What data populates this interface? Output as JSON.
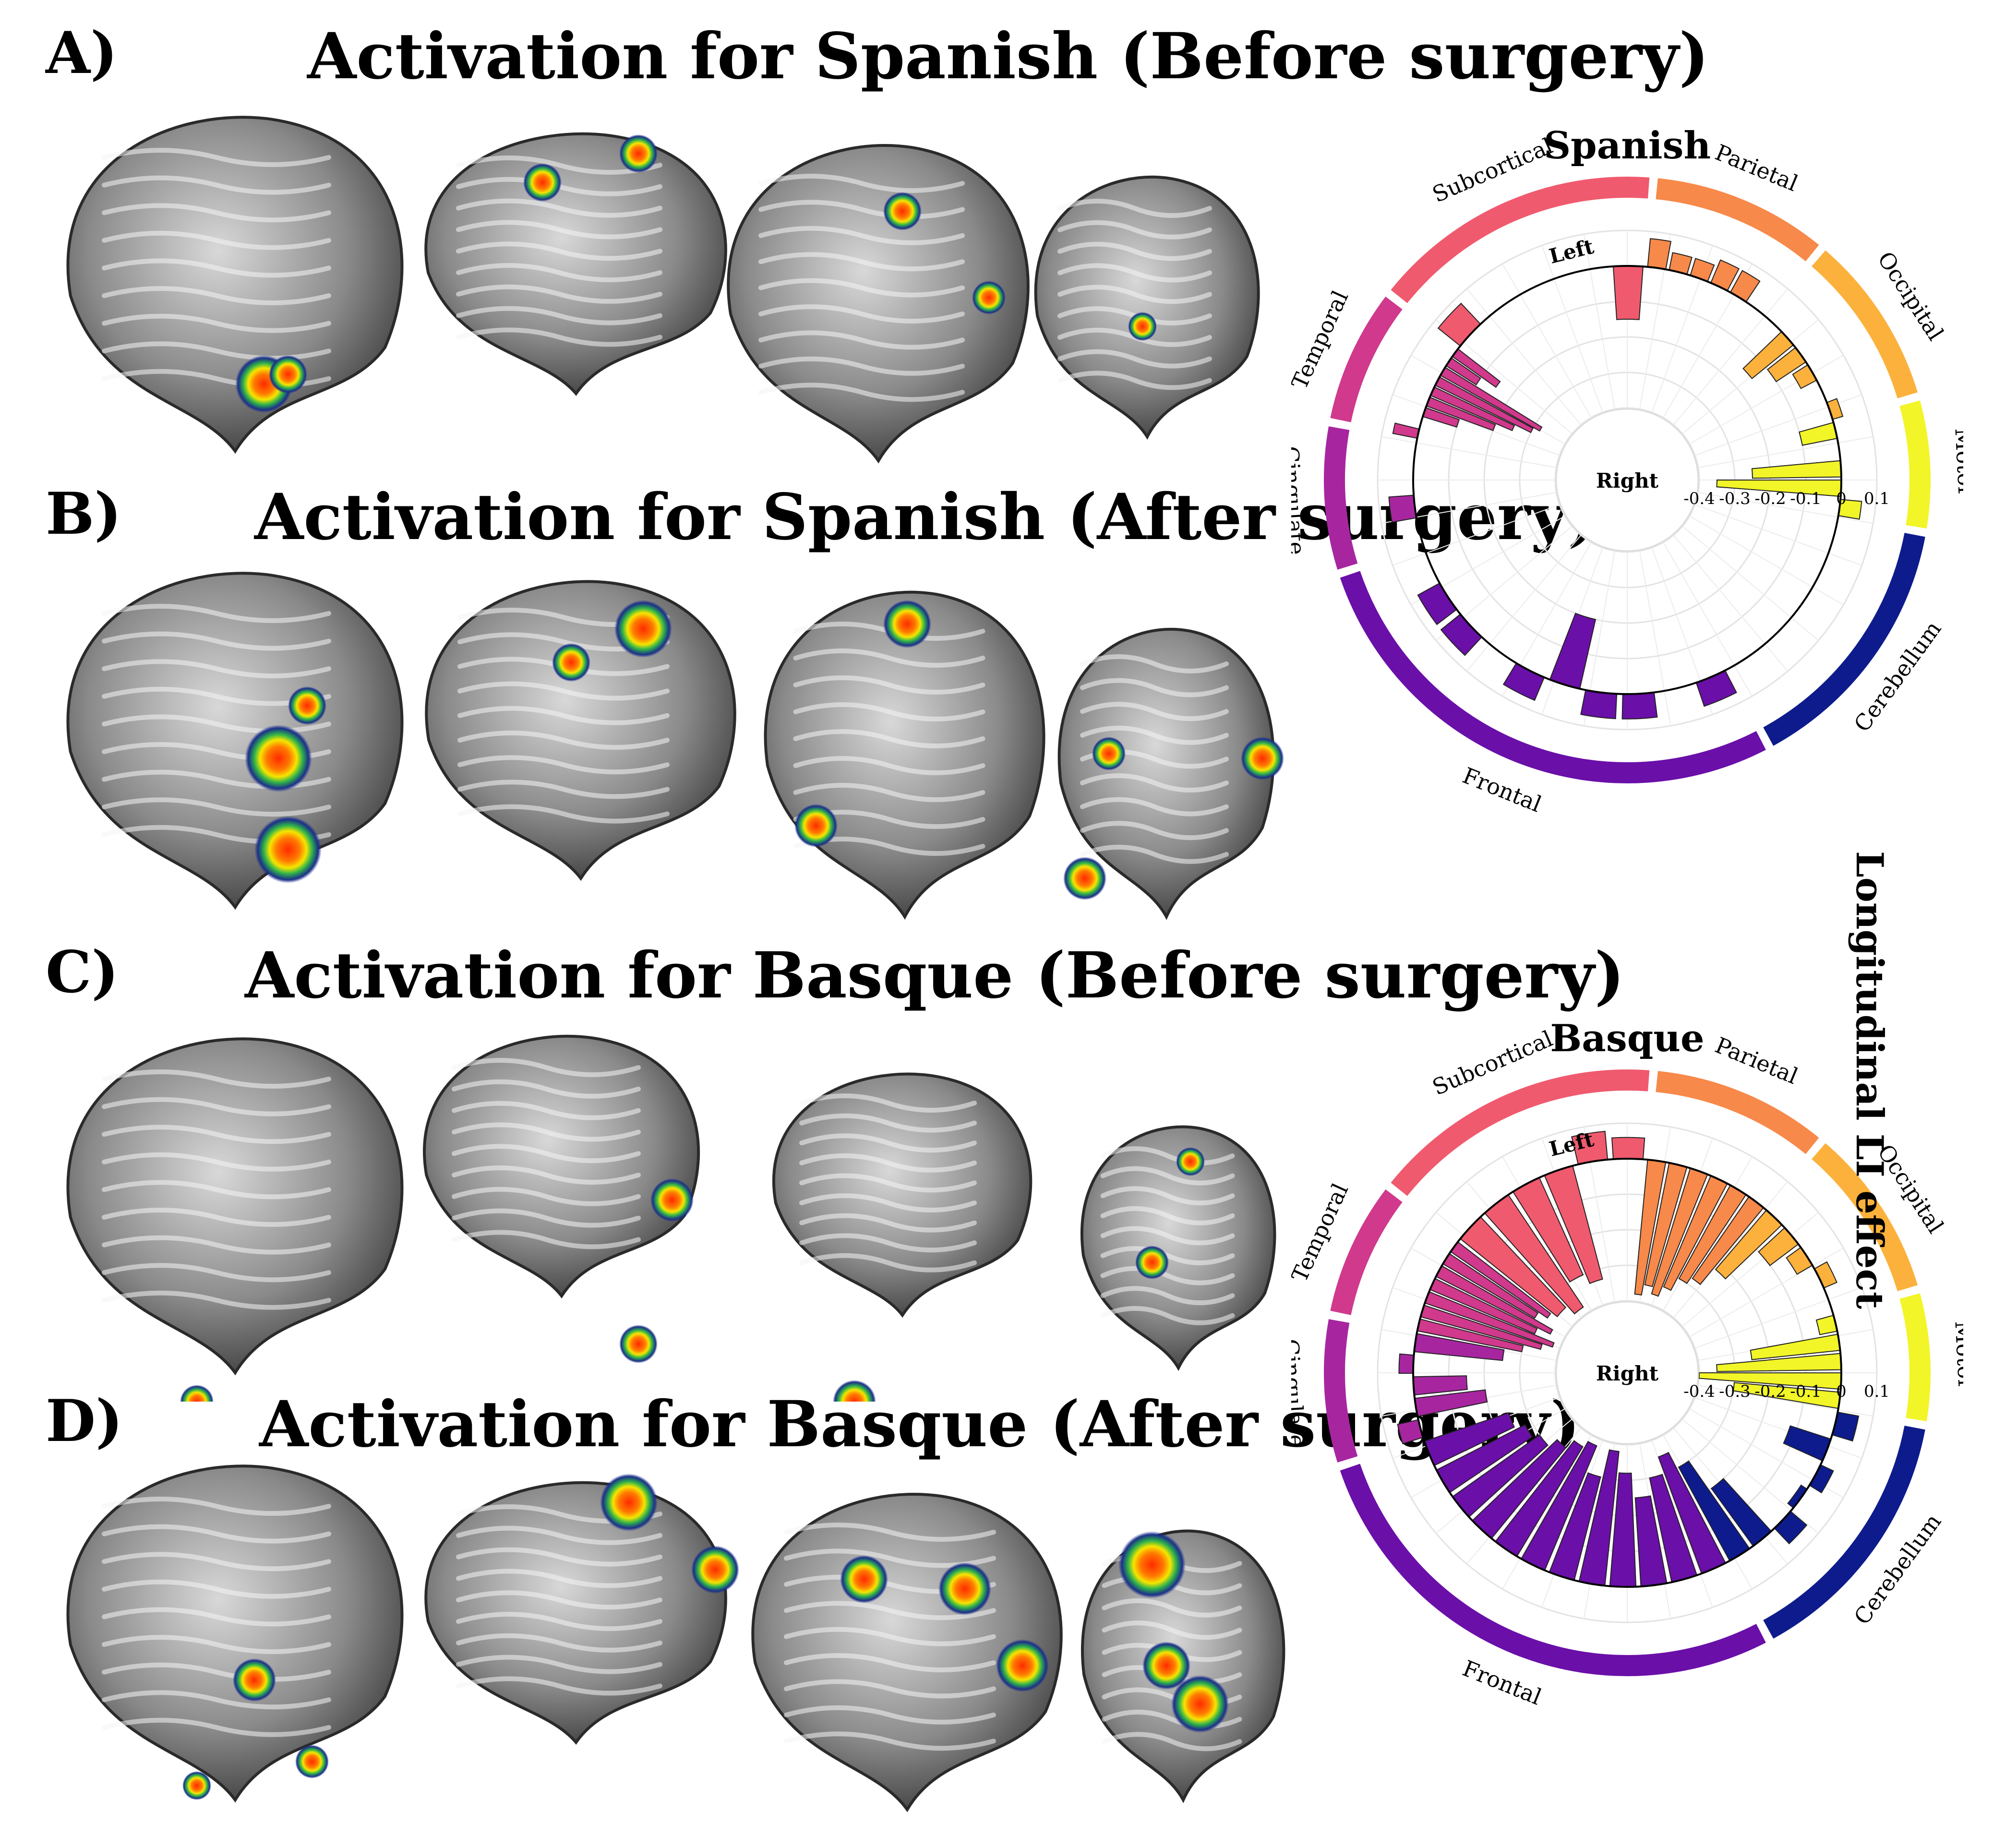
{
  "panels": [
    {
      "letter": "A)",
      "title": "Activation for Spanish (Before surgery)"
    },
    {
      "letter": "B)",
      "title": "Activation for Spanish (After surgery)"
    },
    {
      "letter": "C)",
      "title": "Activation for Basque (Before surgery)"
    },
    {
      "letter": "D)",
      "title": "Activation for Basque (After surgery)"
    }
  ],
  "side_label": "Longitudinal LI effect",
  "colors": {
    "subcortical": "#f05a6e",
    "parietal": "#f7894a",
    "occipital": "#fbb13c",
    "motor": "#f2f527",
    "cerebellum": "#0d1b8c",
    "frontal": "#6a0fa8",
    "cingulate": "#a726a0",
    "temporal": "#d0398c"
  },
  "chart_data": [
    {
      "type": "bar",
      "subtype": "circular",
      "title": "Spanish",
      "inner_label_left": "Left",
      "center_label": "Right",
      "ylim": [
        -0.4,
        0.1
      ],
      "tick_labels": [
        "-0.4",
        "-0.3",
        "-0.2",
        "-0.1",
        "0",
        "0.1"
      ],
      "groups": [
        "Subcortical",
        "Parietal",
        "Occipital",
        "Motor",
        "Cerebellum",
        "Frontal",
        "Cingulate",
        "Temporal"
      ],
      "series": [
        {
          "group": "Subcortical",
          "values": [
            0.08,
            0.0,
            0.0,
            0.0,
            0.0,
            -0.15
          ]
        },
        {
          "group": "Parietal",
          "values": [
            0.08,
            0.05,
            0.05,
            0.07,
            0.07,
            0.0
          ]
        },
        {
          "group": "Occipital",
          "values": [
            0.0,
            -0.15,
            -0.1,
            -0.05,
            0.0,
            0.03
          ]
        },
        {
          "group": "Motor",
          "values": [
            -0.1,
            0.0,
            -0.25,
            -0.35,
            0.06
          ]
        },
        {
          "group": "Cerebellum",
          "values": [
            0.0,
            0.0,
            0.0,
            0.0,
            0.0,
            0.0
          ]
        },
        {
          "group": "Frontal",
          "values": [
            0.07,
            0.0,
            0.07,
            0.07,
            -0.2,
            0.07,
            0.0,
            0.07,
            0.07,
            0.0
          ]
        },
        {
          "group": "Cingulate",
          "values": [
            0.0,
            0.07,
            0.0,
            0.0
          ]
        },
        {
          "group": "Temporal",
          "values": [
            0.07,
            0.0,
            -0.1,
            -0.2,
            -0.25,
            -0.3,
            -0.32,
            -0.1,
            -0.15
          ]
        }
      ]
    },
    {
      "type": "bar",
      "subtype": "circular",
      "title": "Basque",
      "inner_label_left": "Left",
      "center_label": "Right",
      "ylim": [
        -0.4,
        0.1
      ],
      "tick_labels": [
        "-0.4",
        "-0.3",
        "-0.2",
        "-0.1",
        "0",
        "0.1"
      ],
      "groups": [
        "Subcortical",
        "Parietal",
        "Occipital",
        "Motor",
        "Cerebellum",
        "Frontal",
        "Cingulate",
        "Temporal"
      ],
      "series": [
        {
          "group": "Subcortical",
          "values": [
            -0.35,
            -0.38,
            -0.3,
            -0.33,
            0.08,
            0.06
          ]
        },
        {
          "group": "Parietal",
          "values": [
            -0.38,
            -0.35,
            -0.37,
            -0.34,
            -0.3,
            -0.28
          ]
        },
        {
          "group": "Occipital",
          "values": [
            -0.22,
            -0.1,
            -0.05,
            0.04,
            0.0
          ]
        },
        {
          "group": "Motor",
          "values": [
            -0.05,
            -0.25,
            -0.35,
            -0.4,
            -0.3
          ]
        },
        {
          "group": "Cerebellum",
          "values": [
            0.06,
            -0.12,
            0.04,
            -0.02,
            0.06,
            -0.2,
            -0.3
          ]
        },
        {
          "group": "Frontal",
          "values": [
            -0.35,
            -0.3,
            -0.25,
            -0.32,
            -0.38,
            -0.3,
            -0.38,
            -0.36,
            -0.33,
            -0.3,
            -0.28,
            -0.25
          ]
        },
        {
          "group": "Cingulate",
          "values": [
            0.06,
            -0.2,
            -0.15,
            0.04,
            -0.25
          ]
        },
        {
          "group": "Temporal",
          "values": [
            -0.3,
            -0.35,
            -0.38,
            -0.32,
            -0.36,
            -0.3,
            -0.33
          ]
        }
      ]
    }
  ]
}
